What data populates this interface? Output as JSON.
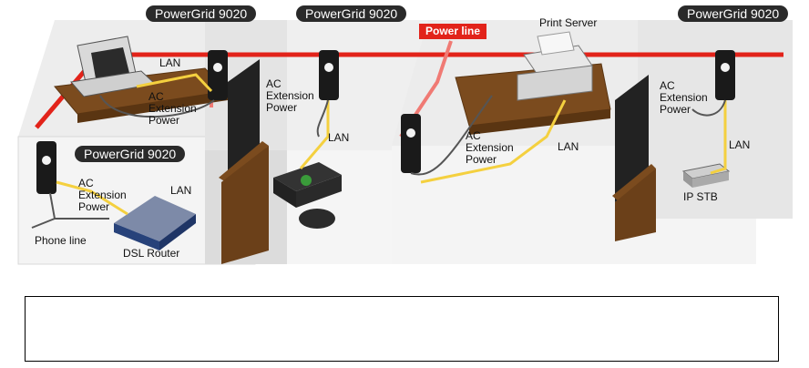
{
  "title_labels": [
    "PowerGrid 9020",
    "PowerGrid 9020",
    "PowerGrid 9020",
    "PowerGrid 9020"
  ],
  "power_line_label": "Power line",
  "labels": {
    "lan1": "LAN",
    "ac1": "AC\nExtension\nPower",
    "ac2": "AC\nExtension\nPower",
    "lan2": "LAN",
    "ac_bottom": "AC\nExtension\nPower",
    "lan_bottom": "LAN",
    "phone_line": "Phone line",
    "dsl_router": "DSL Router",
    "print_server": "Print Server",
    "ac3": "AC\nExtension\nPower",
    "lan3": "LAN",
    "ac4": "AC\nExtension\nPower",
    "lan4": "LAN",
    "ip_stb": "IP STB"
  },
  "caption_text": ""
}
